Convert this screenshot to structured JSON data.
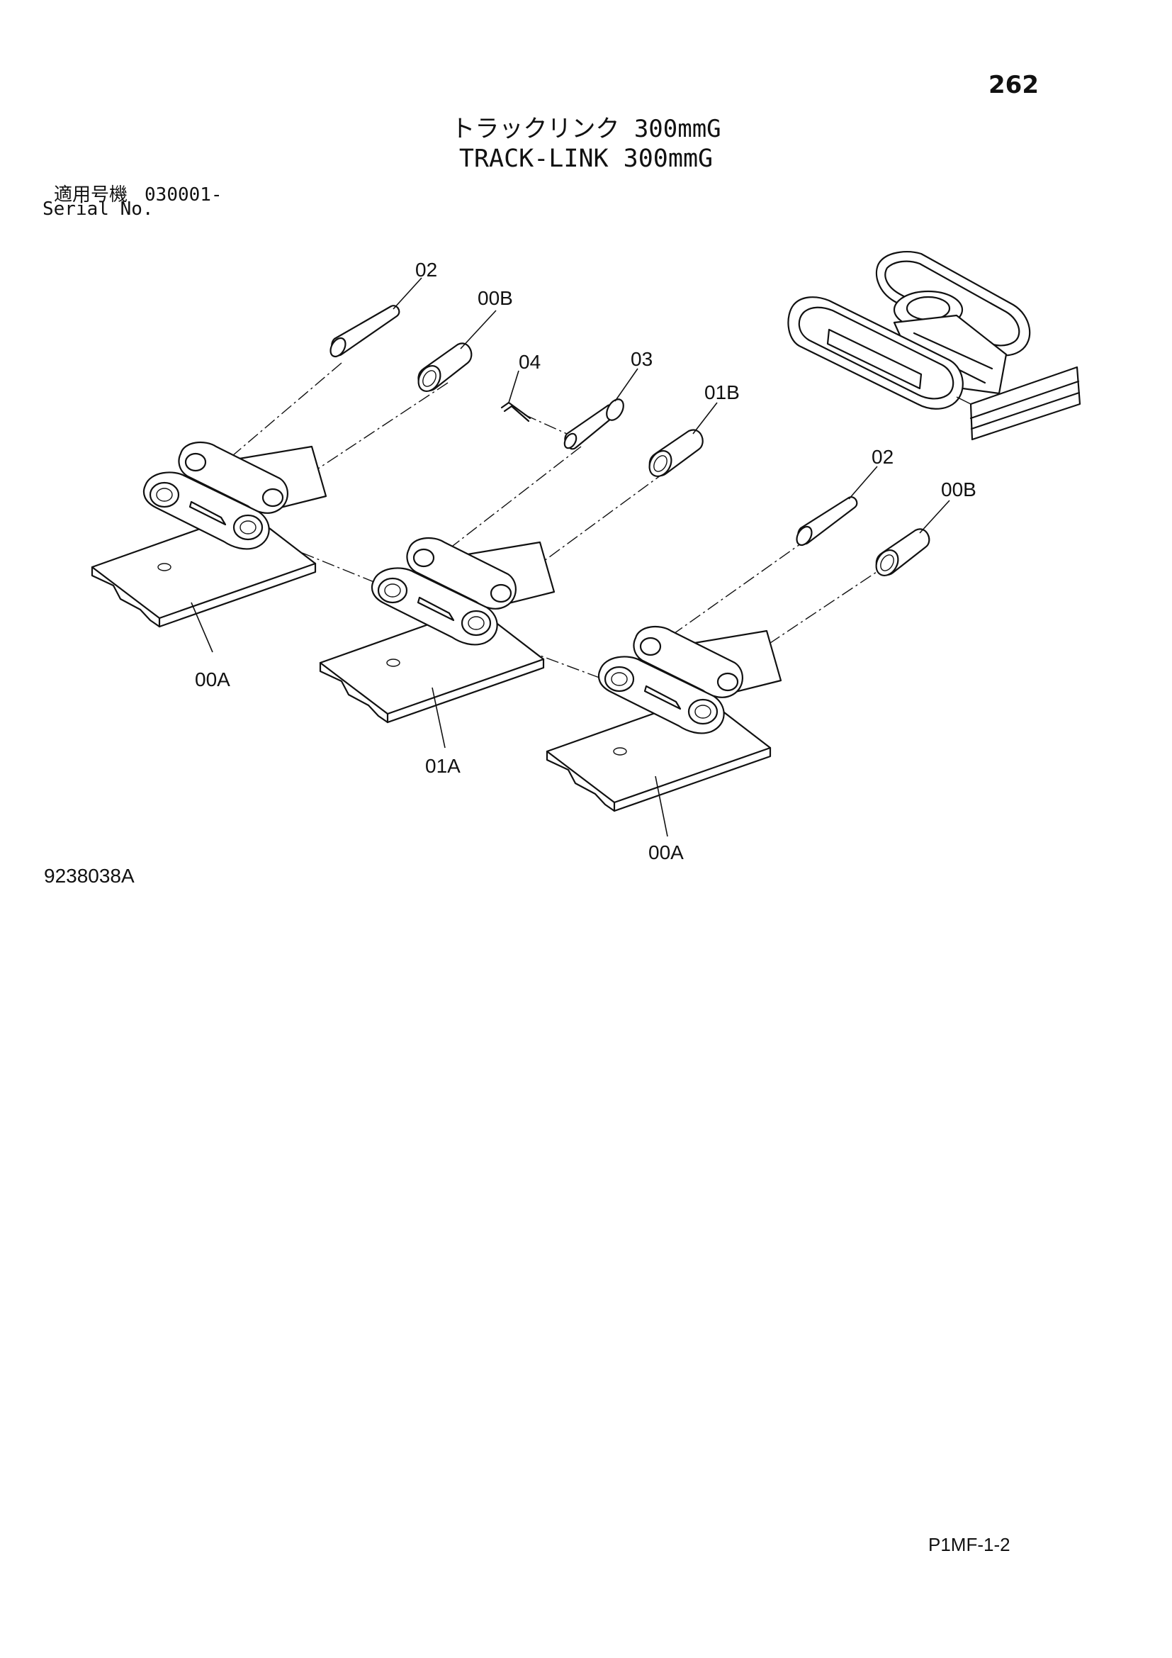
{
  "page": {
    "number": "262",
    "title_jp": "トラックリンク 300mmG",
    "title_en": "TRACK-LINK 300mmG",
    "serial_label_jp": "適用号機",
    "serial_value": "030001-",
    "serial_label_en": "Serial No.",
    "figure_code": "9238038A",
    "page_code": "P1MF-1-2"
  },
  "callouts": {
    "pin_upper": "02",
    "bushing_upper": "00B",
    "spring_pin": "04",
    "master_pin": "03",
    "master_bushing": "01B",
    "pin_right": "02",
    "bushing_right": "00B",
    "link_left": "00A",
    "master_link": "01A",
    "link_right": "00A"
  }
}
